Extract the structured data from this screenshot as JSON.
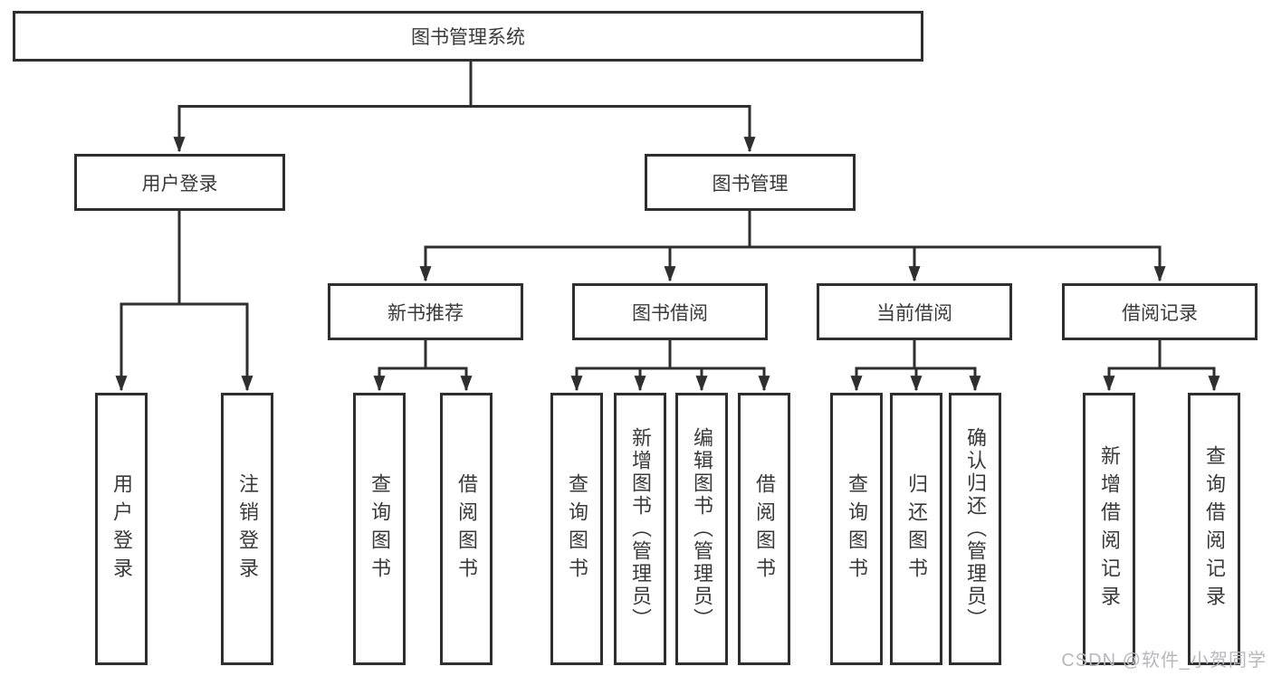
{
  "diagram": {
    "root": {
      "label": "图书管理系统"
    },
    "branches": [
      {
        "label": "用户登录",
        "children": [
          {
            "label": "用户登录"
          },
          {
            "label": "注销登录"
          }
        ]
      },
      {
        "label": "图书管理",
        "children": [
          {
            "label": "新书推荐",
            "children": [
              {
                "label": "查询图书"
              },
              {
                "label": "借阅图书"
              }
            ]
          },
          {
            "label": "图书借阅",
            "children": [
              {
                "label": "查询图书"
              },
              {
                "label": "新增图书（管理员）"
              },
              {
                "label": "编辑图书（管理员）"
              },
              {
                "label": "借阅图书"
              }
            ]
          },
          {
            "label": "当前借阅",
            "children": [
              {
                "label": "查询图书"
              },
              {
                "label": "归还图书"
              },
              {
                "label": "确认归还（管理员）"
              }
            ]
          },
          {
            "label": "借阅记录",
            "children": [
              {
                "label": "新增借阅记录"
              },
              {
                "label": "查询借阅记录"
              }
            ]
          }
        ]
      }
    ]
  },
  "watermark": {
    "text": "CSDN @软件_小贺同学"
  },
  "colors": {
    "line": "#2f2f2f",
    "text": "#3a3a3a",
    "background": "#ffffff",
    "watermark": "#b7b7bc"
  }
}
